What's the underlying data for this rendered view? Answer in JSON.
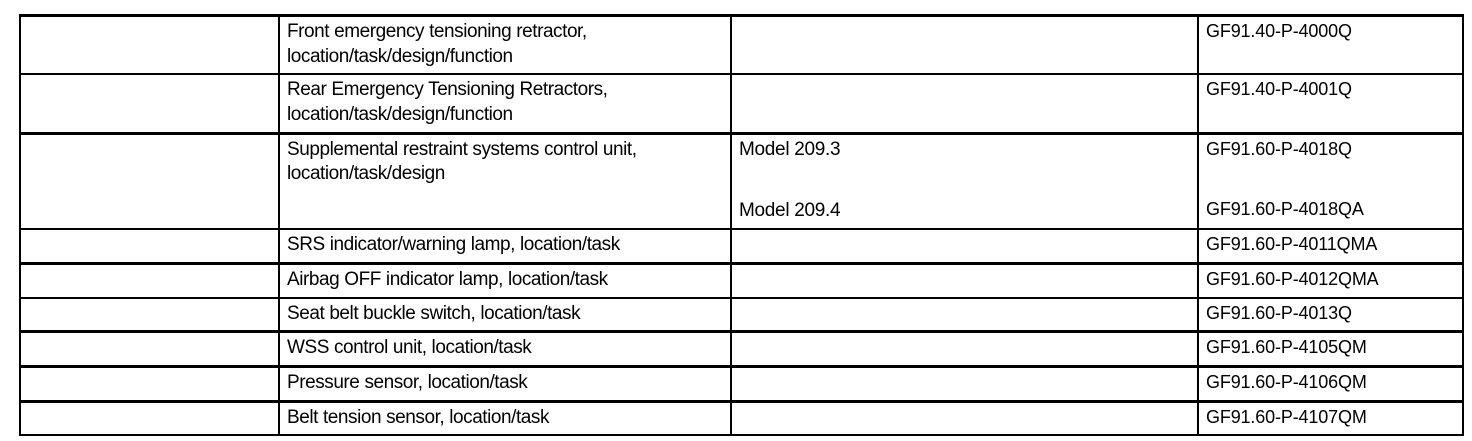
{
  "document": {
    "type": "reference-table",
    "columns": [
      {
        "key": "reference",
        "header": ""
      },
      {
        "key": "description",
        "header": ""
      },
      {
        "key": "model",
        "header": ""
      },
      {
        "key": "code",
        "header": ""
      }
    ]
  },
  "table": {
    "rows": [
      {
        "reference": "",
        "description": "Front emergency tensioning retractor,\nlocation/task/design/function",
        "model": "",
        "code": "GF91.40-P-4000Q",
        "code_secondary": ""
      },
      {
        "reference": "",
        "description": "Rear Emergency Tensioning Retractors,\nlocation/task/design/function",
        "model": "",
        "code": "GF91.40-P-4001Q",
        "code_secondary": ""
      },
      {
        "reference": "",
        "description": "Supplemental restraint systems control unit,\nlocation/task/design",
        "model": "Model 209.3",
        "model_secondary": "Model 209.4",
        "code": "GF91.60-P-4018Q",
        "code_secondary": "GF91.60-P-4018QA"
      },
      {
        "reference": "",
        "description": "SRS indicator/warning lamp, location/task",
        "model": "",
        "code": "GF91.60-P-4011QMA",
        "code_secondary": ""
      },
      {
        "reference": "",
        "description": "Airbag OFF indicator lamp, location/task",
        "model": "",
        "code": "GF91.60-P-4012QMA",
        "code_secondary": ""
      },
      {
        "reference": "",
        "description": "Seat belt buckle switch, location/task",
        "model": "",
        "code": "GF91.60-P-4013Q",
        "code_secondary": ""
      },
      {
        "reference": "",
        "description": "WSS control unit, location/task",
        "model": "",
        "code": "GF91.60-P-4105QM",
        "code_secondary": ""
      },
      {
        "reference": "",
        "description": "Pressure sensor, location/task",
        "model": "",
        "code": "GF91.60-P-4106QM",
        "code_secondary": ""
      },
      {
        "reference": "",
        "description": "Belt tension sensor, location/task",
        "model": "",
        "code": "GF91.60-P-4107QM",
        "code_secondary": ""
      }
    ]
  },
  "style": {
    "border_color": "#000000",
    "background": "#ffffff",
    "text_color": "#000000"
  }
}
